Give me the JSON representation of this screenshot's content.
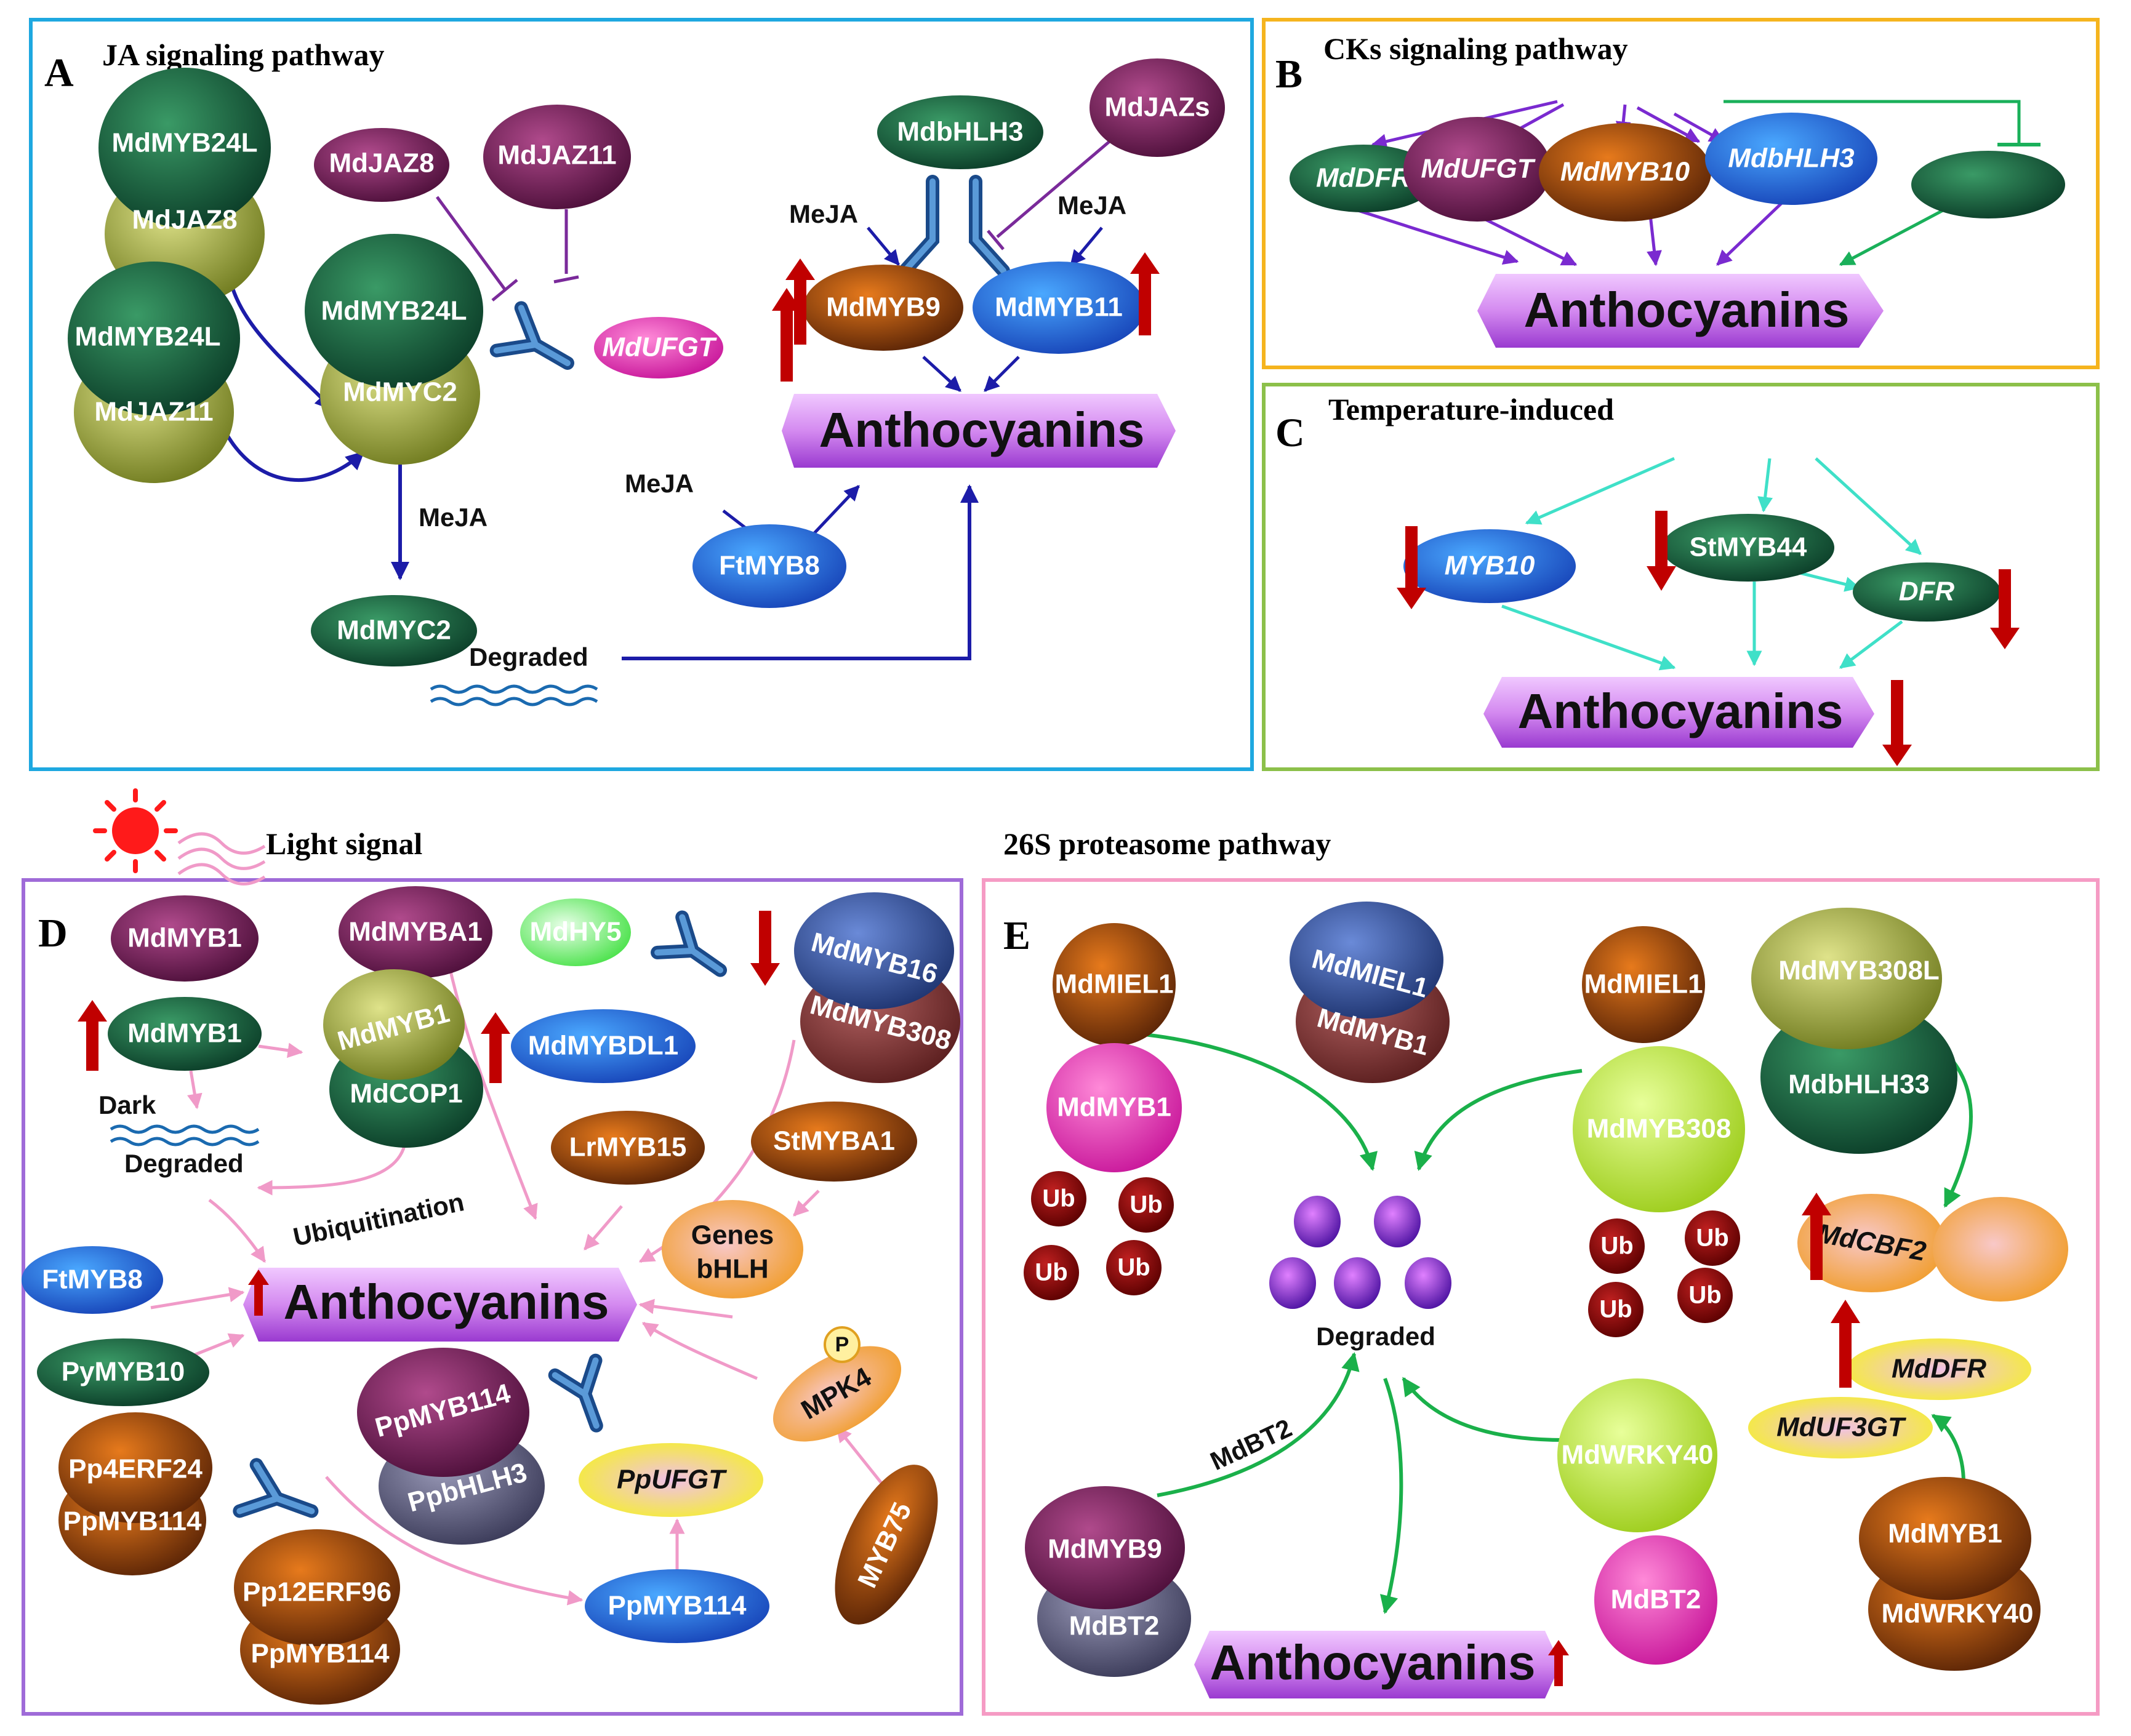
{
  "colors": {
    "panel_a": "#1ea8e0",
    "panel_b": "#f5b41e",
    "panel_c": "#8cc04a",
    "panel_d": "#9f6bd8",
    "panel_e": "#f59bc4",
    "arrow_a": "#1c1ca8",
    "arrow_b": "#7a2ad0",
    "arrow_b2": "#1ab05a",
    "arrow_c": "#3fe0c8",
    "arrow_d": "#f09ac8",
    "arrow_e": "#1ab04a",
    "up_down": "#c00000",
    "anthocyanins_fill": "#d88cf0"
  },
  "panelA": {
    "letter": "A",
    "title": "JA signaling pathway",
    "anthocyanins": "Anthocyanins",
    "proteins": {
      "myb24l_top": "MdMYB24L",
      "jaz8_bottom": "MdJAZ8",
      "myb24l_mid": "MdMYB24L",
      "jaz11_bottom": "MdJAZ11",
      "jaz8": "MdJAZ8",
      "jaz11": "MdJAZ11",
      "myb24l_center": "MdMYB24L",
      "myc2_center": "MdMYC2",
      "ufgt": "MdUFGT",
      "bhlh3": "MdbHLH3",
      "jazs": "MdJAZs",
      "myb9": "MdMYB9",
      "myb11": "MdMYB11",
      "ftmyb8": "FtMYB8",
      "myc2_degraded": "MdMYC2"
    },
    "labels": {
      "meja1": "MeJA",
      "meja2": "MeJA",
      "meja3": "MeJA",
      "meja4": "MeJA",
      "degraded": "Degraded"
    }
  },
  "panelB": {
    "letter": "B",
    "title": "CKs signaling pathway",
    "anthocyanins": "Anthocyanins",
    "proteins": {
      "dfr": "MdDFR",
      "ufgt": "MdUFGT",
      "myb10": "MdMYB10",
      "bhlh3": "MdbHLH3"
    }
  },
  "panelC": {
    "letter": "C",
    "title": "Temperature-induced",
    "anthocyanins": "Anthocyanins",
    "proteins": {
      "myb10": "MYB10",
      "stmyb44": "StMYB44",
      "dfr": "DFR"
    }
  },
  "panelD": {
    "letter": "D",
    "title": "Light signal",
    "anthocyanins": "Anthocyanins",
    "proteins": {
      "mymb1_top": "MdMYB1",
      "myba1": "MdMYBA1",
      "hy5": "MdHY5",
      "myb16": "MdMYB16",
      "myb308": "MdMYB308",
      "myb1_dark": "MdMYB1",
      "myb1_cop": "MdMYB1",
      "cop1": "MdCOP1",
      "mybdl1": "MdMYBDL1",
      "lrmyb15": "LrMYB15",
      "stmyba1": "StMYBA1",
      "genes_bhlh": [
        "Genes",
        "bHLH"
      ],
      "ftmyb8": "FtMYB8",
      "pymyb10": "PyMYB10",
      "pp4erf24": "Pp4ERF24",
      "ppmyb114_a": "PpMYB114",
      "ppmyb114_c": "PpMYB114",
      "ppbhlh3": "PpbHLH3",
      "ppufgt": "PpUFGT",
      "mpk4": "MPK4",
      "phospho": "P",
      "pp12erf96": "Pp12ERF96",
      "ppmyb114_b": "PpMYB114",
      "ppmyb114_d": "PpMYB114",
      "myb75": "MYB75"
    },
    "labels": {
      "dark": "Dark",
      "degraded": "Degraded",
      "ubiquitination": "Ubiquitination"
    }
  },
  "panelE": {
    "letter": "E",
    "title": "26S proteasome pathway",
    "anthocyanins": "Anthocyanins",
    "proteins": {
      "miel1_a": "MdMIEL1",
      "miel1_b": "MdMIEL1",
      "myb1_b": "MdMYB1",
      "miel1_c": "MdMIEL1",
      "myb308l": "MdMYB308L",
      "bhlh33": "MdbHLH33",
      "myb1_pink": "MdMYB1",
      "myb308": "MdMYB308",
      "cbf2": "MdCBF2",
      "dfr": "MdDFR",
      "uf3gt": "MdUF3GT",
      "wrky40_green": "MdWRKY40",
      "bt2_pink": "MdBT2",
      "myb9": "MdMYB9",
      "bt2_dimer": "MdBT2",
      "myb1_dimer": "MdMYB1",
      "wrky40_dimer": "MdWRKY40"
    },
    "ub": "Ub",
    "labels": {
      "degraded": "Degraded",
      "mdbt2": "MdBT2"
    }
  }
}
